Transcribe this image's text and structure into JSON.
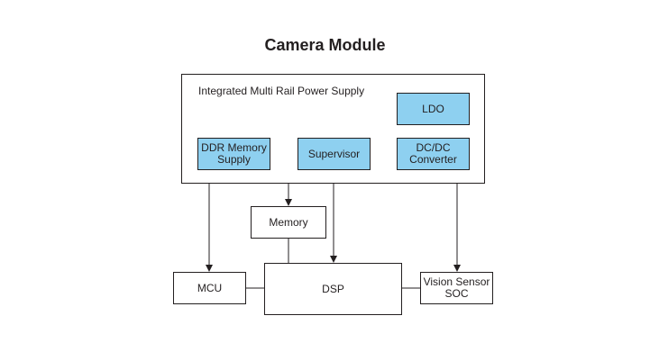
{
  "title": "Camera Module",
  "power_supply": {
    "label": "Integrated Multi Rail Power Supply",
    "ldo": "LDO",
    "ddr_memory_supply": "DDR Memory\nSupply",
    "supervisor": "Supervisor",
    "dc_dc_converter": "DC/DC\nConverter"
  },
  "memory": "Memory",
  "mcu": "MCU",
  "dsp": "DSP",
  "vision_sensor_soc": "Vision Sensor\nSOC",
  "colors": {
    "block_fill": "#8ed0f0",
    "line": "#231f20"
  }
}
